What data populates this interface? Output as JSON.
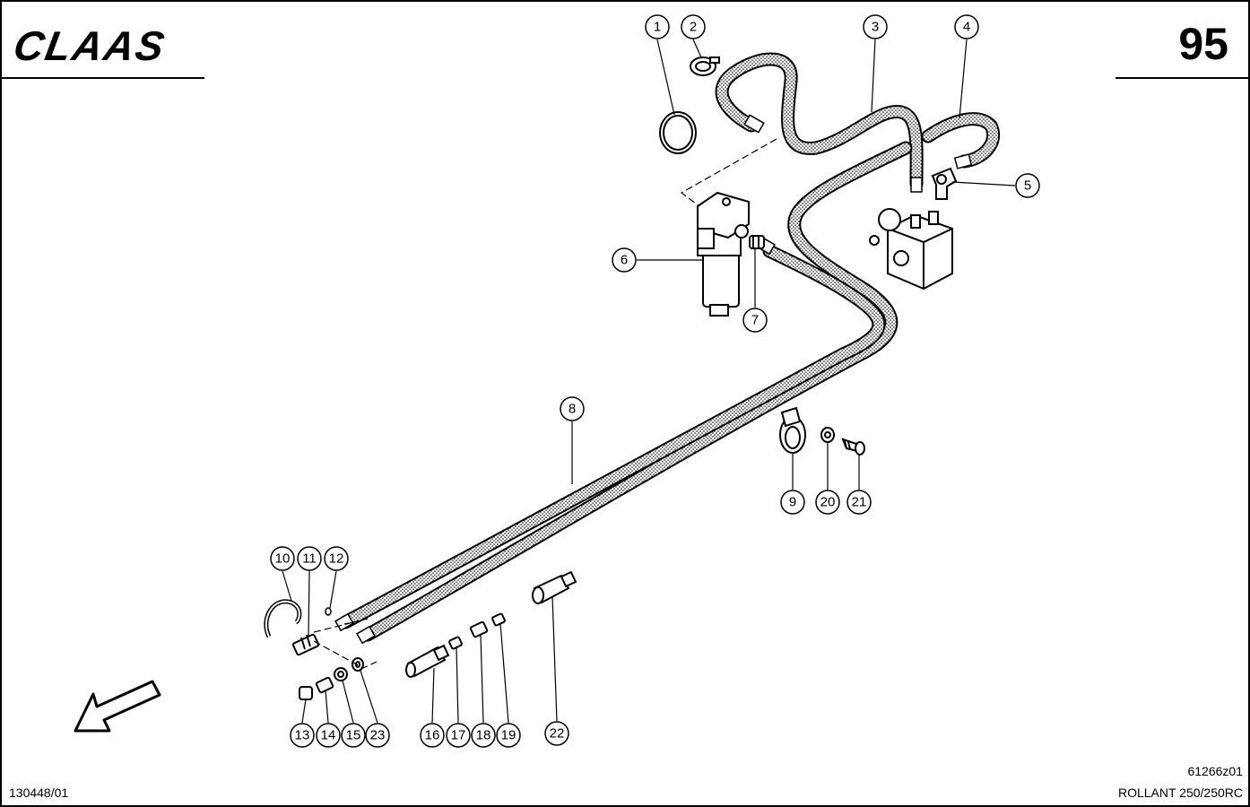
{
  "header": {
    "brand": "CLAAS",
    "page_number": "95"
  },
  "footer": {
    "document_code": "130448/01",
    "figure_code": "61266z01",
    "model": "ROLLANT 250/250RC"
  },
  "callouts": [
    {
      "id": "c1",
      "label": "1"
    },
    {
      "id": "c2",
      "label": "2"
    },
    {
      "id": "c3",
      "label": "3"
    },
    {
      "id": "c4",
      "label": "4"
    },
    {
      "id": "c5",
      "label": "5"
    },
    {
      "id": "c6",
      "label": "6"
    },
    {
      "id": "c7",
      "label": "7"
    },
    {
      "id": "c8",
      "label": "8"
    },
    {
      "id": "c9",
      "label": "9"
    },
    {
      "id": "c20",
      "label": "20"
    },
    {
      "id": "c21",
      "label": "21"
    },
    {
      "id": "c10",
      "label": "10"
    },
    {
      "id": "c11",
      "label": "11"
    },
    {
      "id": "c12",
      "label": "12"
    },
    {
      "id": "c13",
      "label": "13"
    },
    {
      "id": "c14",
      "label": "14"
    },
    {
      "id": "c15",
      "label": "15"
    },
    {
      "id": "c23",
      "label": "23"
    },
    {
      "id": "c16",
      "label": "16"
    },
    {
      "id": "c17",
      "label": "17"
    },
    {
      "id": "c18",
      "label": "18"
    },
    {
      "id": "c19",
      "label": "19"
    },
    {
      "id": "c22",
      "label": "22"
    }
  ]
}
